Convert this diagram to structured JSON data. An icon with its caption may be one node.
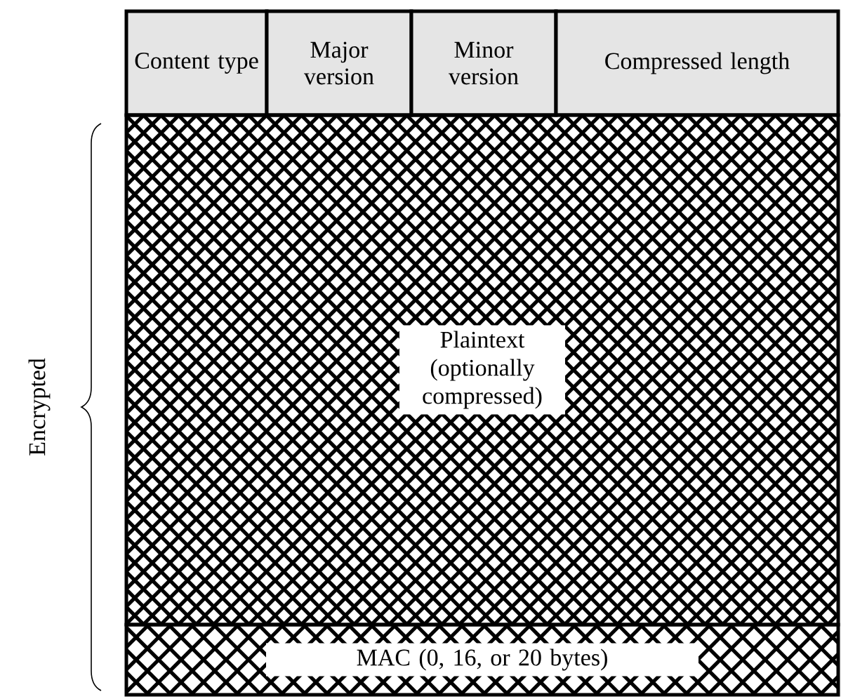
{
  "diagram": {
    "nodes": [
      {
        "text": [
          "Content type"
        ]
      },
      {
        "text": [
          "Major version"
        ]
      },
      {
        "text": [
          "Minor version"
        ]
      },
      {
        "text": [
          "Compressed length"
        ]
      },
      {
        "text": [
          "Plaintext (optionally compressed)"
        ]
      },
      {
        "text": [
          "MAC (0, 16, or 20 bytes)"
        ]
      }
    ],
    "labels": [
      "Encrypted"
    ]
  }
}
